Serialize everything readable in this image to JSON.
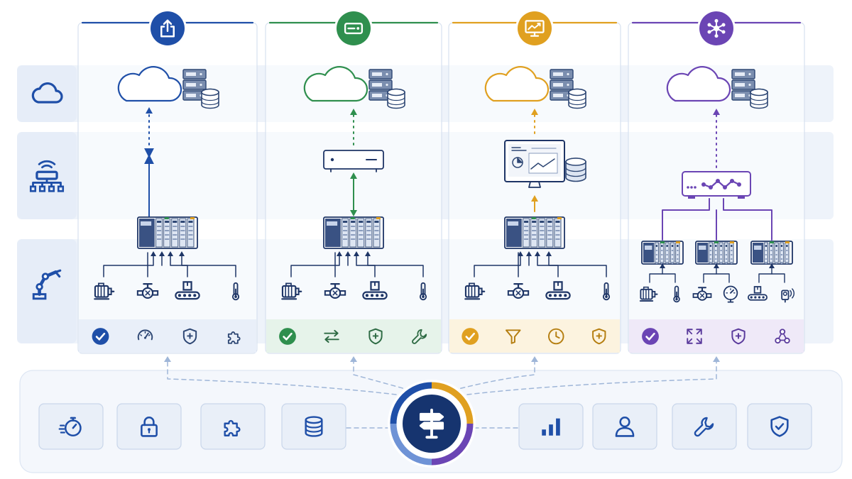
{
  "colors": {
    "blue": "#1f4fa8",
    "green": "#2f8f4e",
    "orange": "#e0a020",
    "purple": "#6b45b4",
    "navy": "#1e3566",
    "icon_gray": "#2e4774",
    "band": "#eef3fa",
    "panel_border": "#d7e1ef",
    "dash": "#9fb6d8"
  },
  "layers": [
    {
      "name": "cloud-layer-icon"
    },
    {
      "name": "network-edge-layer-icon"
    },
    {
      "name": "field-robot-layer-icon"
    }
  ],
  "architectures": [
    {
      "id": "a",
      "color_key": "blue",
      "header_icon": "upload-icon",
      "middle": "direct-arrow",
      "field_devices": [
        "motor-icon",
        "valve-icon",
        "conveyor-icon",
        "thermometer-icon"
      ],
      "footer_icons": [
        "check-circle-icon",
        "gauge-icon",
        "shield-plus-icon",
        "puzzle-icon"
      ]
    },
    {
      "id": "b",
      "color_key": "green",
      "header_icon": "gateway-box-icon",
      "middle": "gateway",
      "field_devices": [
        "motor-icon",
        "valve-icon",
        "conveyor-icon",
        "thermometer-icon"
      ],
      "footer_icons": [
        "check-circle-icon",
        "sync-arrows-icon",
        "shield-plus-icon",
        "wrench-icon"
      ]
    },
    {
      "id": "c",
      "color_key": "orange",
      "header_icon": "trend-monitor-icon",
      "middle": "monitor",
      "field_devices": [
        "motor-icon",
        "valve-icon",
        "conveyor-icon",
        "thermometer-icon"
      ],
      "footer_icons": [
        "check-circle-icon",
        "filter-icon",
        "clock-icon",
        "shield-plus-icon"
      ]
    },
    {
      "id": "d",
      "color_key": "purple",
      "header_icon": "network-hub-icon",
      "middle": "hub",
      "field_devices": [
        "motor-icon",
        "thermometer-icon",
        "valve-icon",
        "pressure-gauge-icon",
        "conveyor-icon",
        "sensor-icon"
      ],
      "footer_icons": [
        "check-circle-icon",
        "expand-icon",
        "shield-plus-icon",
        "nodes-icon"
      ]
    }
  ],
  "bottom_bar": {
    "left_icons": [
      "stopwatch-icon",
      "lock-icon",
      "puzzle-icon",
      "database-icon"
    ],
    "center_icon": "signpost-icon",
    "right_icons": [
      "bar-chart-icon",
      "user-icon",
      "wrench-icon",
      "shield-check-icon"
    ]
  }
}
